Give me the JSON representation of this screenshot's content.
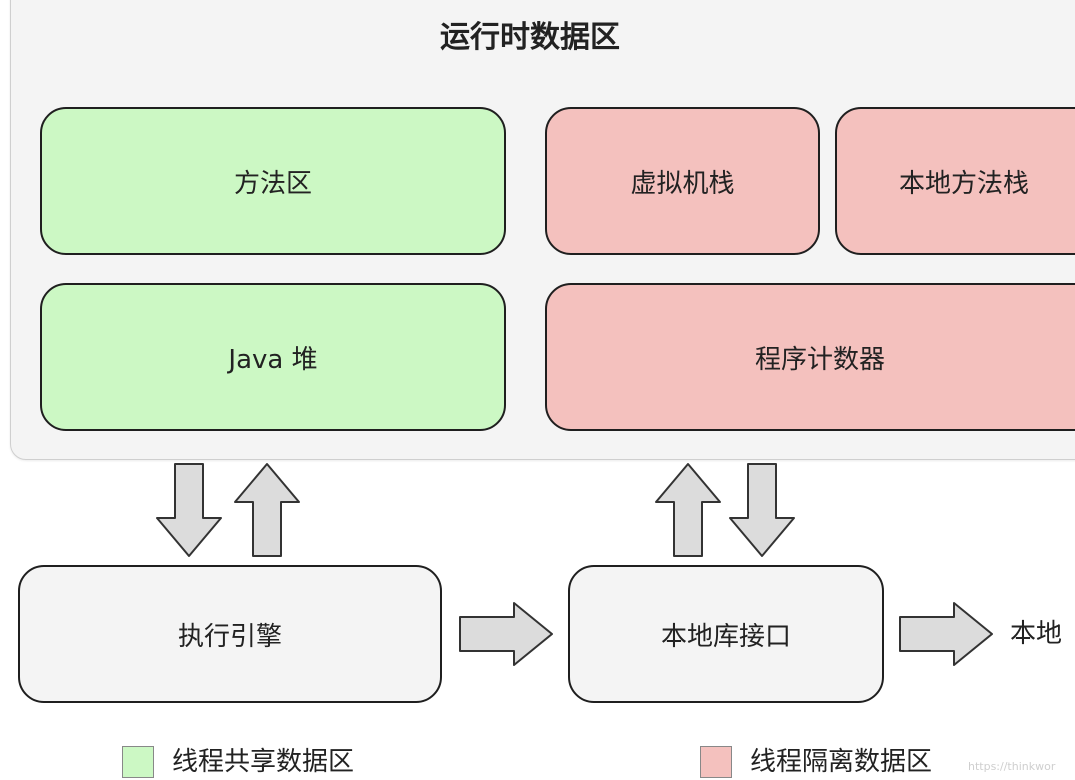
{
  "diagram": {
    "title": "运行时数据区",
    "shared_boxes": {
      "method_area": "方法区",
      "heap": "Java 堆"
    },
    "isolated_boxes": {
      "vm_stack": "虚拟机栈",
      "native_method_stack": "本地方法栈",
      "program_counter": "程序计数器"
    },
    "lower": {
      "execution_engine": "执行引擎",
      "native_interface": "本地库接口",
      "native_library_clipped": "本地"
    },
    "legend": {
      "shared": "线程共享数据区",
      "isolated": "线程隔离数据区"
    },
    "watermark": "https://thinkwor"
  },
  "colors": {
    "shared": "#ccf8c4",
    "isolated": "#f4c1be",
    "neutral": "#f4f4f4",
    "arrow_fill": "#dcdcdc",
    "arrow_stroke": "#333333"
  }
}
